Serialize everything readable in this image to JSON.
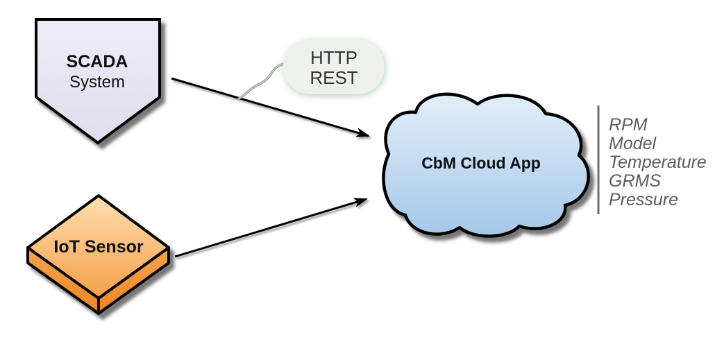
{
  "diagram": {
    "background": "#ffffff",
    "scada": {
      "title": "SCADA",
      "subtitle": "System"
    },
    "callout": {
      "line1": "HTTP",
      "line2": "REST"
    },
    "iot": {
      "label": "IoT Sensor"
    },
    "cloud": {
      "label": "CbM Cloud App"
    },
    "outputs": {
      "items": [
        "RPM",
        "Model",
        "Temperature",
        "GRMS",
        "Pressure"
      ]
    },
    "colors": {
      "scada_fill_top": "#edecf7",
      "scada_fill_bottom": "#dfddee",
      "callout_fill": "#eef0ec",
      "callout_text": "#333333",
      "cloud_fill_top": "#e0edf9",
      "cloud_fill_bottom": "#a6c8e8",
      "iot_fill_top": "#fdddb0",
      "iot_fill_bottom": "#f5a04a",
      "iot_side_top": "#f4a44f",
      "iot_side_bottom": "#ec8526",
      "outline": "#000000",
      "arrow": "#000000",
      "connector": "#949494",
      "divider": "#6e6e6e",
      "outputs_text": "#5c5c5c"
    }
  }
}
